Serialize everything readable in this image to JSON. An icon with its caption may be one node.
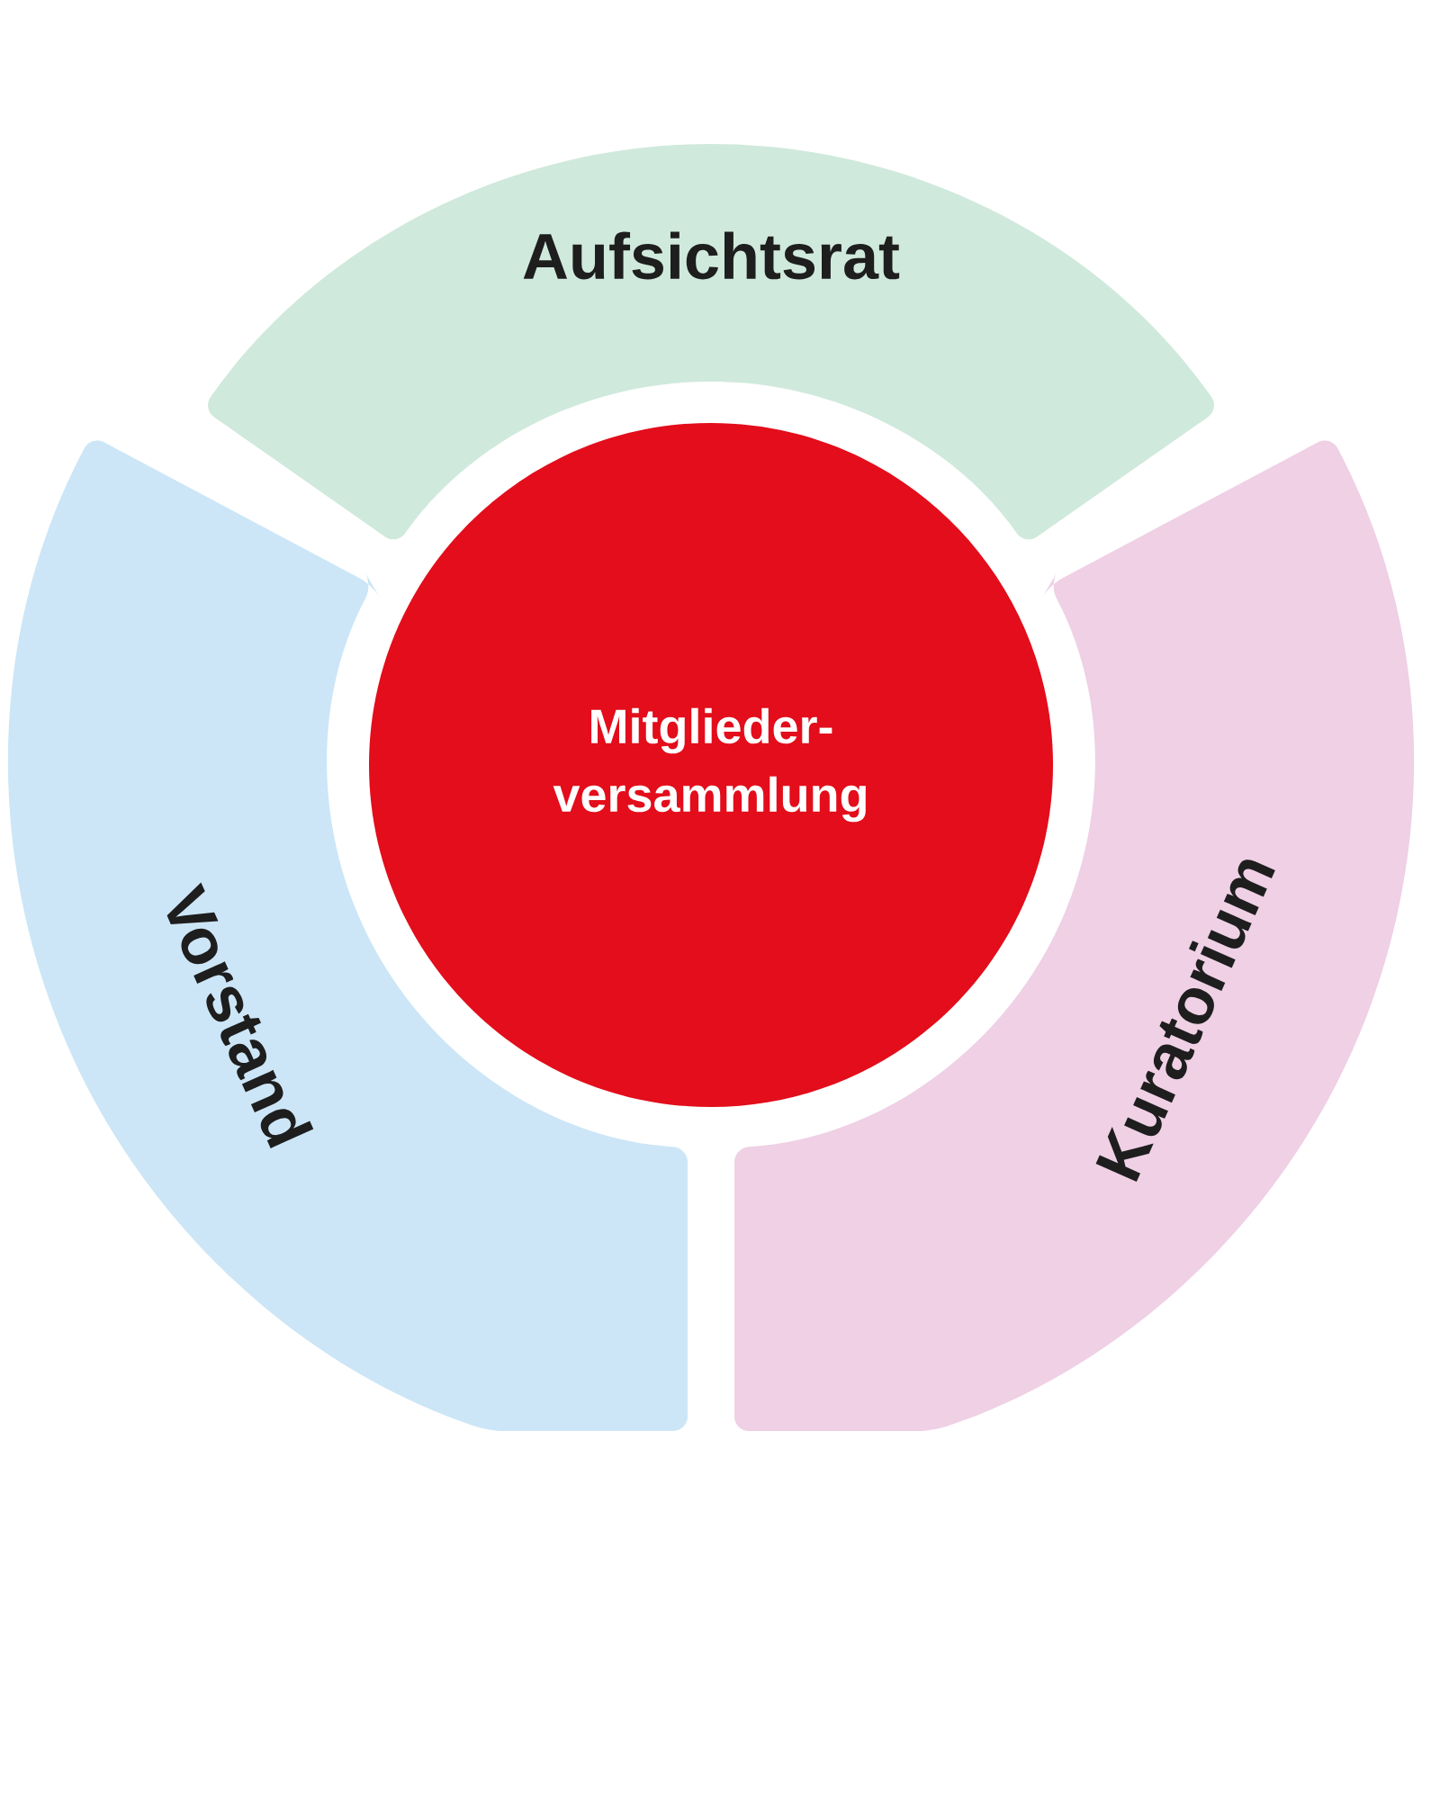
{
  "diagram": {
    "nodes": [
      {
        "text": [
          "Aufsichtsrat"
        ]
      },
      {
        "text": [
          "Vorstand"
        ]
      },
      {
        "text": [
          "Mitglieder- versammlung"
        ]
      },
      {
        "text": [
          "Kuratorium"
        ]
      }
    ]
  }
}
